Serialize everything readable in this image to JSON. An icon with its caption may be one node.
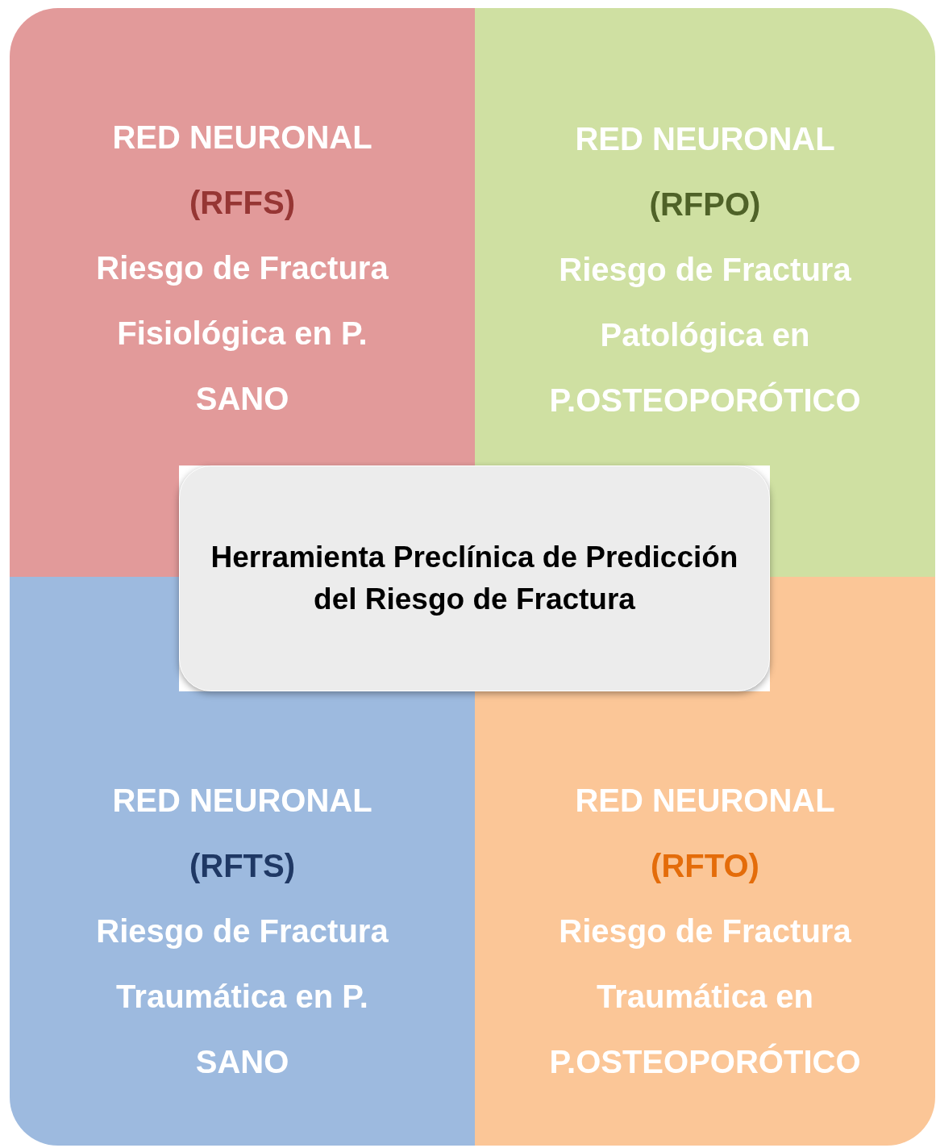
{
  "diagram": {
    "nodes": [
      {
        "text": [
          "RED NEURONAL",
          "(RFFS)",
          "Riesgo de Fractura Fisiológica en P. SANO"
        ]
      },
      {
        "text": [
          "RED NEURONAL",
          "(RFPO)",
          "Riesgo de Fractura Patológica en P.OSTEOPORÓTICO"
        ]
      },
      {
        "text": [
          "Herramienta Preclínica de Predicción del Riesgo de Fractura"
        ]
      },
      {
        "text": [
          "RED NEURONAL",
          "(RFTS)",
          "Riesgo de Fractura Traumática en P. SANO"
        ]
      },
      {
        "text": [
          "RED NEURONAL",
          "(RFTO)",
          "Riesgo de Fractura Traumática en P.OSTEOPORÓTICO"
        ]
      }
    ],
    "edges": []
  }
}
